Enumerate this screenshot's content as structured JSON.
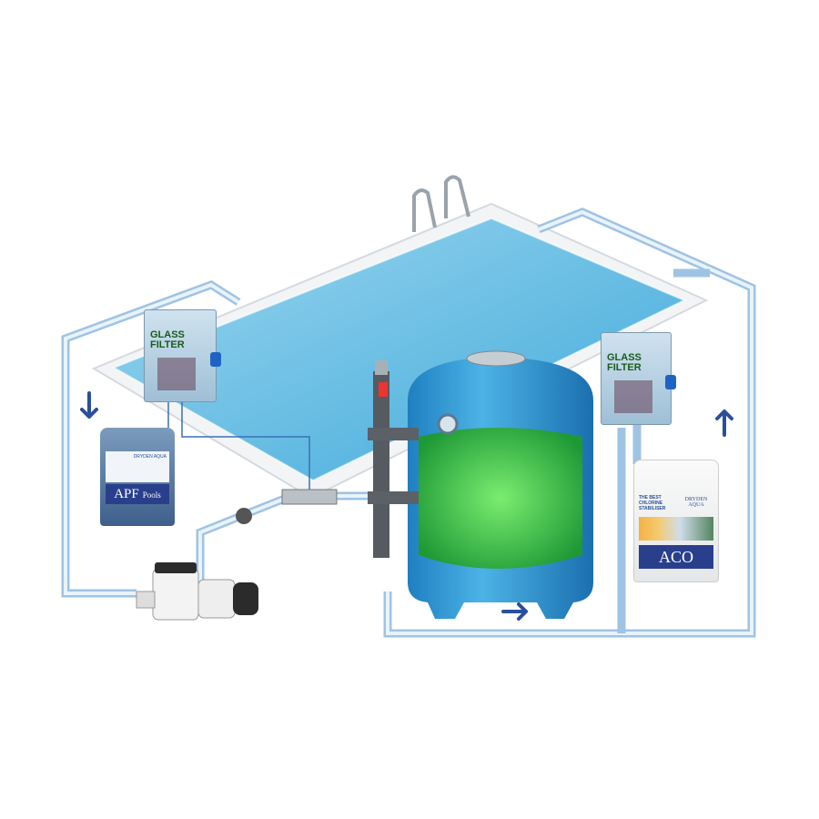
{
  "controller_left": {
    "brand": "GLASS FILTER"
  },
  "controller_right": {
    "brand": "GLASS FILTER"
  },
  "jug_left": {
    "brand": "DRYDEN AQUA",
    "product": "APF",
    "sub": "Pools"
  },
  "jug_right": {
    "brand": "DRYDEN AQUA",
    "tagline": "THE BEST CHLORINE STABILISER",
    "product": "ACO"
  },
  "colors": {
    "pipe": "#9fc3e3",
    "arrow": "#2a4f9c",
    "water": "#5fb8df",
    "tank": "#3aa0d6",
    "media": "#3fcf4a"
  }
}
